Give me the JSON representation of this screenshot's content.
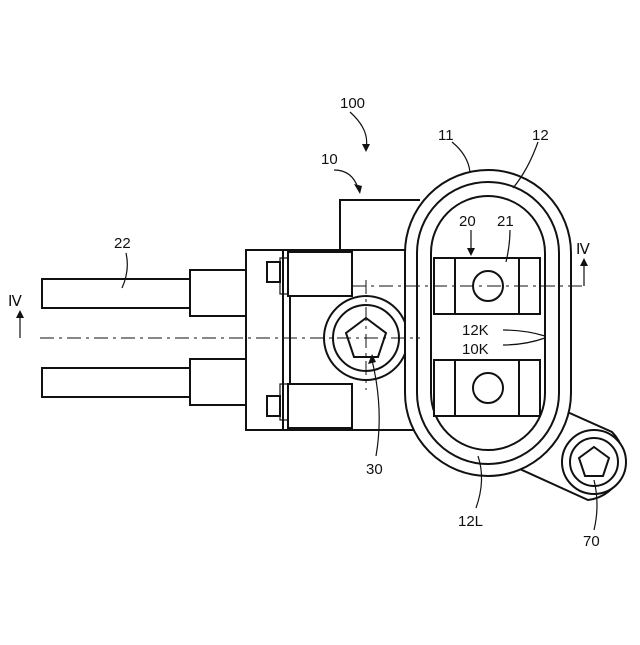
{
  "labels": {
    "assembly": "100",
    "housing": "10",
    "outer_ring": "11",
    "inner_ring": "12",
    "terminal_pair": "20",
    "terminal_plate": "21",
    "cable": "22",
    "screw": "30",
    "bracket_bolt": "70",
    "lower_seal": "12L",
    "notch_k12": "12K",
    "notch_k10": "10K",
    "section_left": "Ⅳ",
    "section_right": "Ⅳ"
  }
}
